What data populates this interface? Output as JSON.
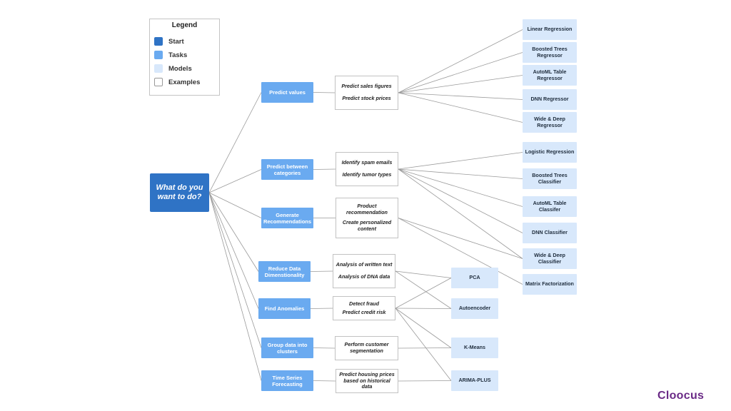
{
  "legend": {
    "title": "Legend",
    "items": [
      {
        "label": "Start",
        "color": "#2f73c5"
      },
      {
        "label": "Tasks",
        "color": "#6aaaf0"
      },
      {
        "label": "Models",
        "color": "#d8e8fb"
      },
      {
        "label": "Examples",
        "color": "#ffffff"
      }
    ]
  },
  "start": {
    "label": "What do you want to do?"
  },
  "tasks": [
    {
      "label": "Predict values"
    },
    {
      "label": "Predict between categories"
    },
    {
      "label": "Generate Recommendations"
    },
    {
      "label": "Reduce Data Dimenstionality"
    },
    {
      "label": "Find Anomalies"
    },
    {
      "label": "Group data into clusters"
    },
    {
      "label": "Time Series Forecasting"
    }
  ],
  "examples": [
    {
      "lines": [
        "Predict sales figures",
        "Predict stock prices"
      ]
    },
    {
      "lines": [
        "Identify spam emails",
        "Identify tumor types"
      ]
    },
    {
      "lines": [
        "Product recommendation",
        "Create personalized content"
      ]
    },
    {
      "lines": [
        "Analysis of written text",
        "Analysis of DNA data"
      ]
    },
    {
      "lines": [
        "Detect fraud",
        "Predict credit risk"
      ]
    },
    {
      "lines": [
        "Perform customer segmentation"
      ]
    },
    {
      "lines": [
        "Predict housing prices based on historical data"
      ]
    }
  ],
  "models": [
    {
      "label": "Linear Regression"
    },
    {
      "label": "Boosted Trees Regressor"
    },
    {
      "label": "AutoML Table Regressor"
    },
    {
      "label": "DNN Regressor"
    },
    {
      "label": "Wide & Deep Regressor"
    },
    {
      "label": "Logistic Regression"
    },
    {
      "label": "Boosted Trees Classifier"
    },
    {
      "label": "AutoML Table Classifer"
    },
    {
      "label": "DNN Classifier"
    },
    {
      "label": "Wide & Deep Classifier"
    },
    {
      "label": "Matrix Factorization"
    },
    {
      "label": "PCA"
    },
    {
      "label": "Autoencoder"
    },
    {
      "label": "K-Means"
    },
    {
      "label": "ARIMA-PLUS"
    }
  ],
  "logo": {
    "text": "Cloocus",
    "color": "#6a2a86"
  }
}
